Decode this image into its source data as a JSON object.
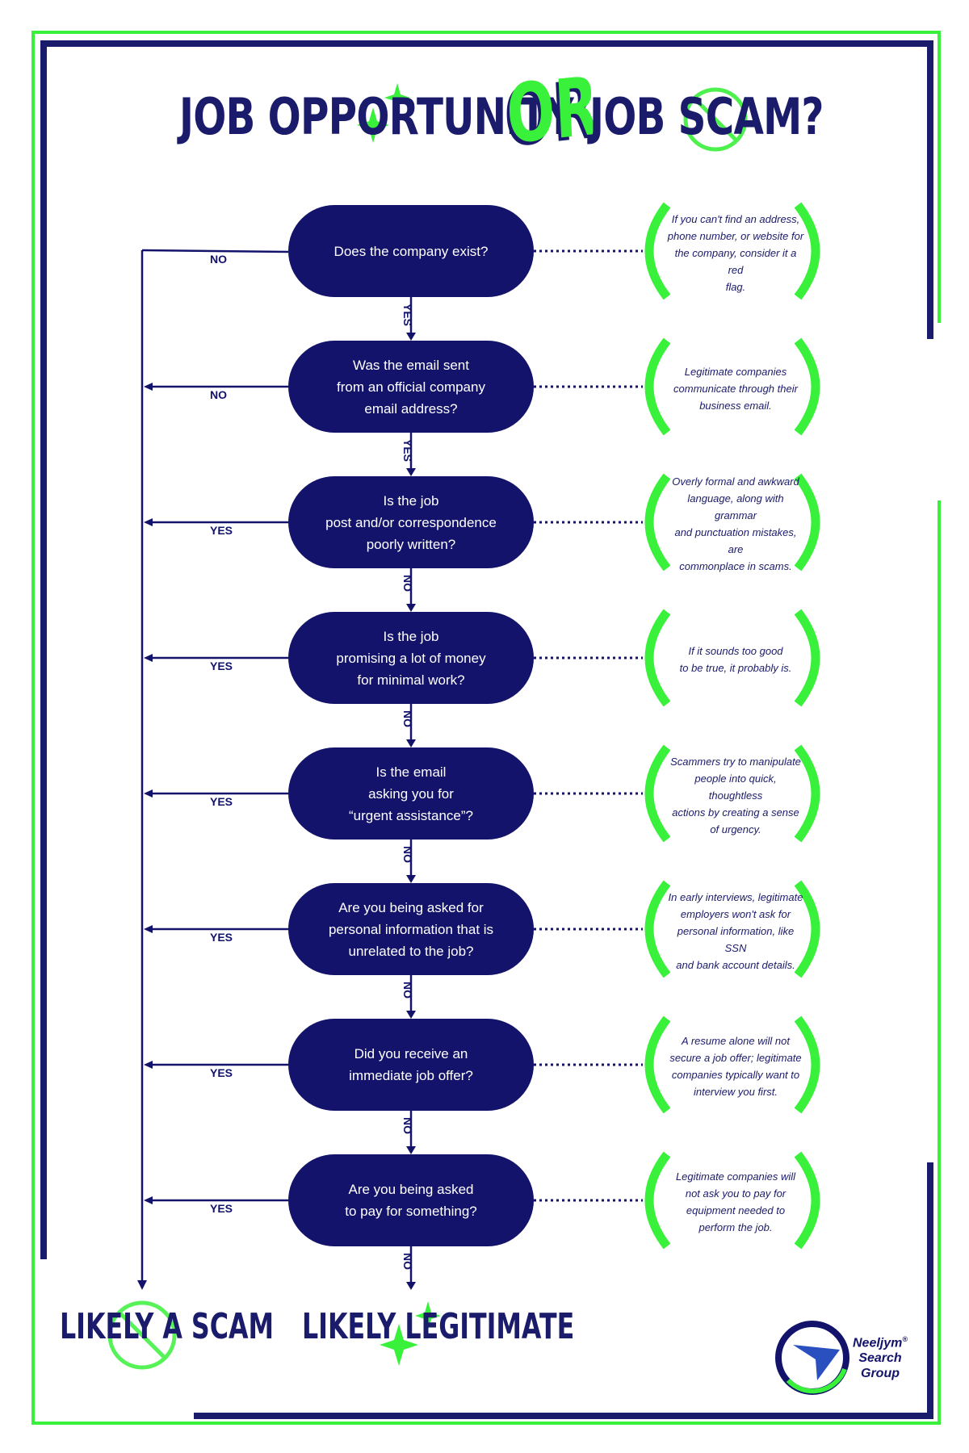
{
  "title": {
    "left": "JOB OPPORTUNITY",
    "middle": "OR",
    "right": "JOB SCAM?"
  },
  "questions": [
    {
      "text": "Does the company exist?",
      "branch": "NO",
      "continue": "YES",
      "tip": "If you can't find an address,\nphone number, or website for\nthe company, consider it a red\nflag."
    },
    {
      "text": "Was the email sent\nfrom an official company\nemail address?",
      "branch": "NO",
      "continue": "YES",
      "tip": "Legitimate companies\ncommunicate through their\nbusiness email."
    },
    {
      "text": "Is the job\npost and/or correspondence\npoorly written?",
      "branch": "YES",
      "continue": "NO",
      "tip": "Overly formal and awkward\nlanguage, along with grammar\nand punctuation mistakes, are\ncommonplace in scams."
    },
    {
      "text": "Is the job\npromising a lot of money\nfor minimal work?",
      "branch": "YES",
      "continue": "NO",
      "tip": "If it sounds too good\nto be true, it probably is."
    },
    {
      "text": "Is the email\nasking you for\n“urgent assistance”?",
      "branch": "YES",
      "continue": "NO",
      "tip": "Scammers try to manipulate\npeople into quick, thoughtless\nactions by creating a sense\nof urgency."
    },
    {
      "text": "Are you being asked for\npersonal information that is\nunrelated to the job?",
      "branch": "YES",
      "continue": "NO",
      "tip": "In early interviews, legitimate\nemployers won't ask for\npersonal information, like SSN\nand bank account details."
    },
    {
      "text": "Did you receive an\nimmediate job offer?",
      "branch": "YES",
      "continue": "NO",
      "tip": "A resume alone will not\nsecure a job offer; legitimate\ncompanies typically want to\ninterview you first."
    },
    {
      "text": "Are you being asked\nto pay for something?",
      "branch": "YES",
      "continue": "NO",
      "tip": "Legitimate companies will\nnot ask you to pay for\nequipment needed to\nperform the job."
    }
  ],
  "outcomes": {
    "scam": "LIKELY A SCAM",
    "legit": "LIKELY LEGITIMATE"
  },
  "logo": {
    "name": "Neeljym",
    "reg": "®",
    "line2": "Search",
    "line3": "Group"
  },
  "colors": {
    "navy": "#13136b",
    "green": "#39f03a"
  }
}
